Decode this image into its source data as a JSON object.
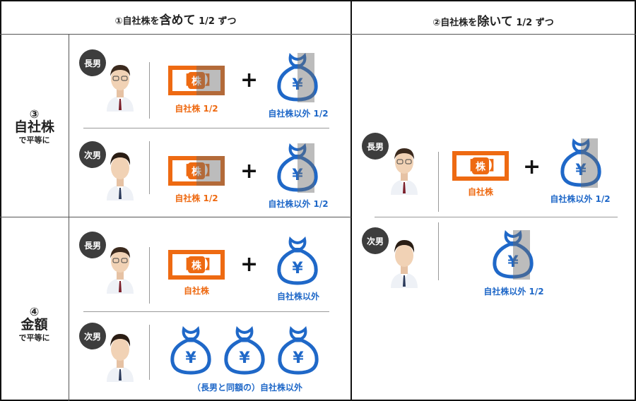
{
  "headers": {
    "left": {
      "num": "①",
      "pre": "自社株を",
      "big": "含めて",
      "post": " 1/2 ずつ"
    },
    "right": {
      "num": "②",
      "pre": "自社株を",
      "big": "除いて",
      "post": " 1/2 ずつ"
    }
  },
  "rows": {
    "r3": {
      "num": "③",
      "title": "自社株",
      "sub": "で平等に"
    },
    "r4": {
      "num": "④",
      "title": "金額",
      "sub": "で平等に"
    }
  },
  "badges": {
    "eldest": "長男",
    "second": "次男"
  },
  "symbols": {
    "plus": "+",
    "stock": "株",
    "yen": "¥"
  },
  "labels": {
    "stock_half": "自社株 1/2",
    "other_half": "自社株以外 1/2",
    "stock": "自社株",
    "other": "自社株以外",
    "equal_other": "（長男と同額の）自社株以外"
  },
  "colors": {
    "orange": "#ee6a12",
    "blue": "#1f68c8",
    "badge": "#3d3d3d"
  }
}
